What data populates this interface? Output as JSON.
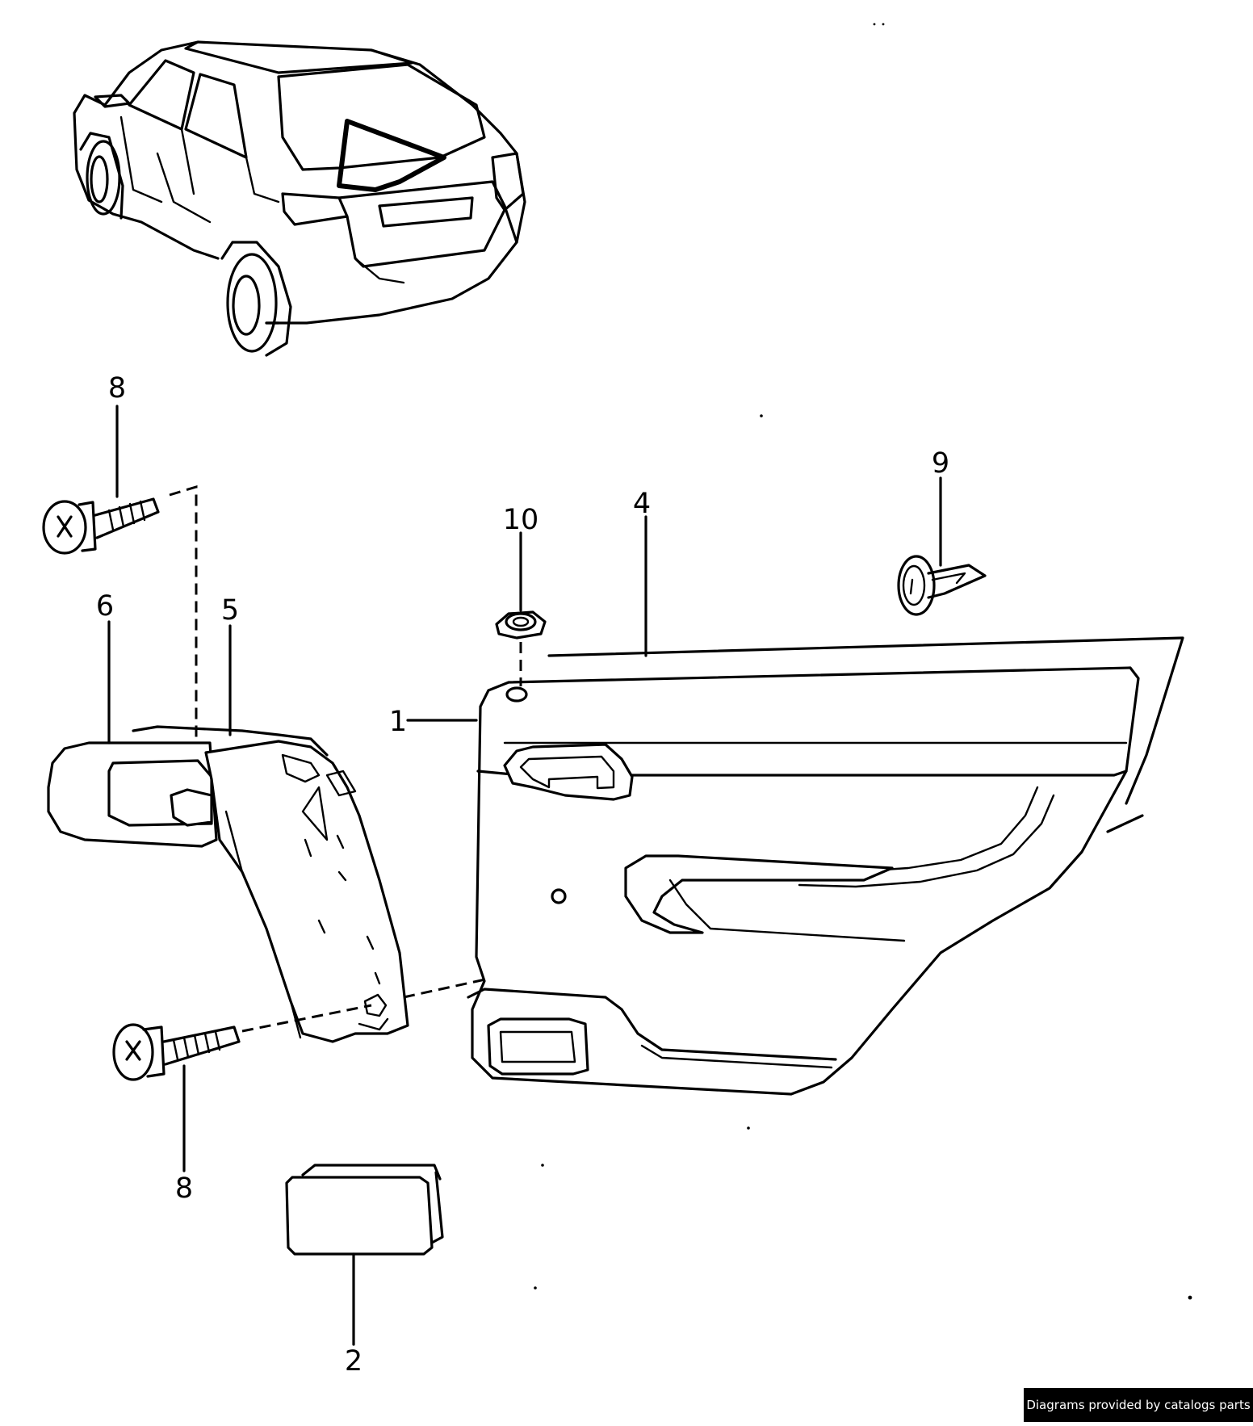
{
  "credit": "Diagrams provided by catalogs parts",
  "callouts": {
    "c1": "1",
    "c2": "2",
    "c4": "4",
    "c5": "5",
    "c6": "6",
    "c8_top": "8",
    "c8_bottom": "8",
    "c9": "9",
    "c10": "10"
  }
}
